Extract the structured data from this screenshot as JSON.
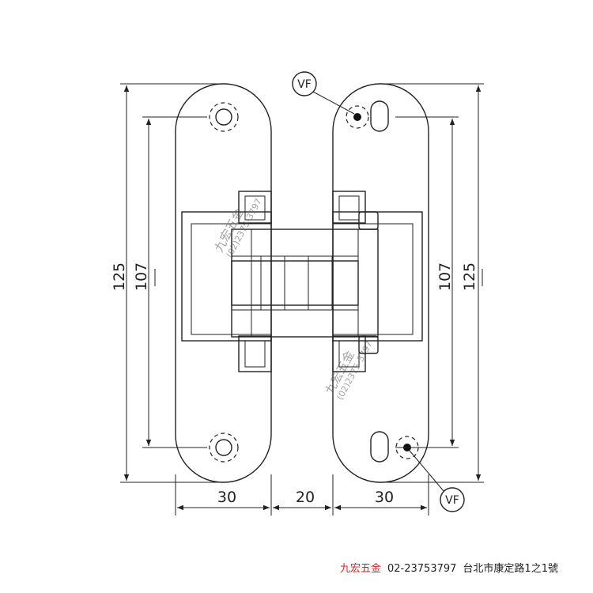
{
  "dimensions": {
    "overall_height": "125",
    "hole_spacing": "107",
    "leaf_width": "30",
    "gap_width": "20"
  },
  "callout": "VF",
  "watermark": {
    "name": "九宏五金",
    "phone": "(02)2375-3797"
  },
  "footer": {
    "brand": "九宏五金",
    "phone": "02-23753797",
    "address": "台北市康定路1之1號"
  },
  "colors": {
    "brand": "#e02020",
    "line": "#222222"
  }
}
